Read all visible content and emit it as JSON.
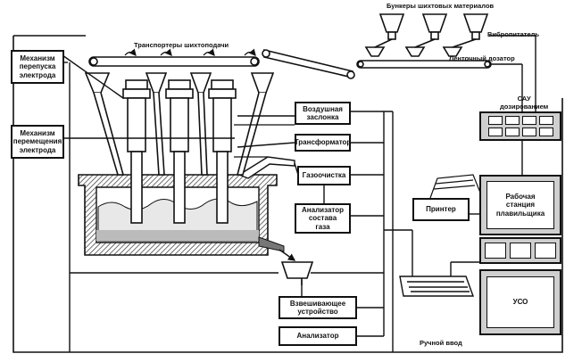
{
  "labels": {
    "bunkers": "Бункеры шихтовых материалов",
    "conveyors": "Транспортеры шихтоподачи",
    "vibrofeeder": "Вибропитатель",
    "belt_dispenser": "Ленточный дозатор",
    "sau_dosing": "САУ\nдозированием",
    "electrode_pass": "Механизм\nперепуска\nэлектрода",
    "electrode_move": "Механизм\nперемещения\nэлектрода",
    "air_damper": "Воздушная\nзаслонка",
    "transformer": "Трансформатор",
    "gas_cleaning": "Газоочистка",
    "gas_analyzer": "Анализатор\nсостава\nгаза",
    "printer": "Принтер",
    "workstation": "Рабочая\nстанция\nплавильщика",
    "weighing": "Взвешивающее\nустройство",
    "analyzer": "Анализатор",
    "uso": "УСО",
    "manual_input": "Ручной ввод"
  },
  "colors": {
    "line": "#111111",
    "fill_gray": "#d8d8d8",
    "hatch": "#555555",
    "background": "#ffffff"
  }
}
